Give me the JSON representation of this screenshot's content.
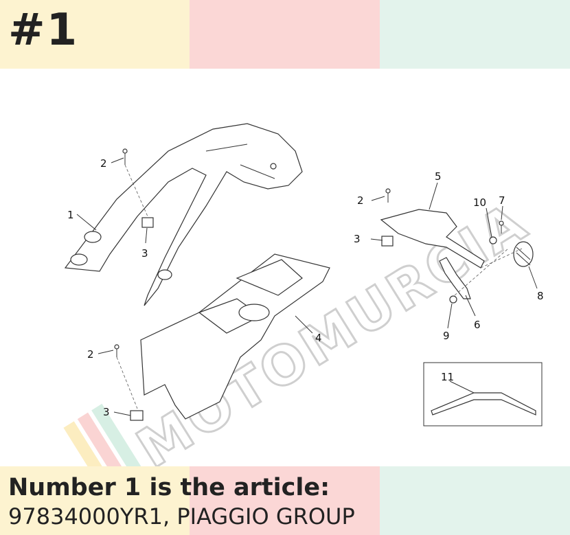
{
  "header": {
    "page_number": "#1"
  },
  "diagram": {
    "callouts": [
      "1",
      "2",
      "3",
      "2",
      "3",
      "4",
      "2",
      "3",
      "5",
      "10",
      "7",
      "6",
      "8",
      "9",
      "11"
    ],
    "watermark": "MOTOMURCIA"
  },
  "caption": {
    "line1": "Number 1 is the article:",
    "line2": "97834000YR1, PIAGGIO GROUP"
  },
  "colors": {
    "band_yellow": "#fdf3d0",
    "band_pink": "#fbd7d6",
    "band_green": "#e3f3ec",
    "text": "#222222"
  }
}
